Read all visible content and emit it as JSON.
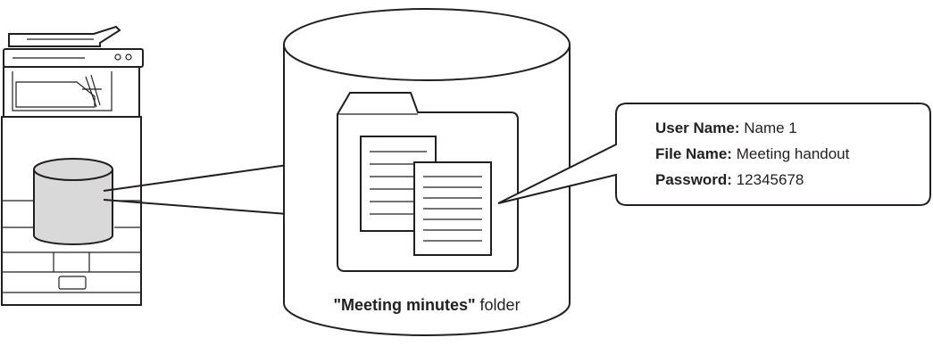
{
  "folder_caption": {
    "quoted_name": "\"Meeting minutes\"",
    "suffix": " folder"
  },
  "callout": {
    "lines": [
      {
        "label": "User Name:",
        "value": " Name 1"
      },
      {
        "label": "File Name:",
        "value": " Meeting handout"
      },
      {
        "label": "Password:",
        "value": " 12345678"
      }
    ]
  },
  "icons": {
    "machine": "multifunction-printer-icon",
    "storage": "hard-disk-icon",
    "folder": "folder-icon",
    "documents": "document-icon"
  },
  "colors": {
    "line": "#231f20",
    "disk_fill": "#d9d9d9",
    "background": "#ffffff"
  }
}
